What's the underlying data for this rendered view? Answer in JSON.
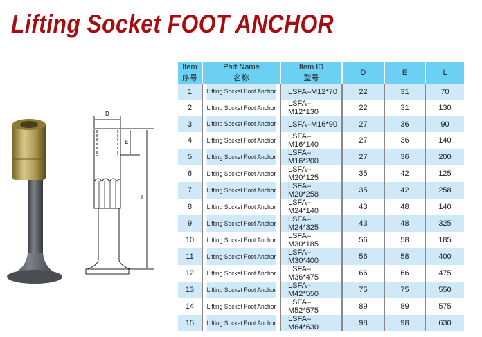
{
  "title": "Lifting Socket FOOT ANCHOR",
  "drawing_labels": {
    "d": "D",
    "e": "E",
    "l": "L"
  },
  "table": {
    "headers": {
      "item_en": "Item",
      "item_cn": "序号",
      "part_en": "Part Name",
      "part_cn": "名称",
      "id_en": "Item ID",
      "id_cn": "型号",
      "d": "D",
      "e": "E",
      "l": "L"
    },
    "rows": [
      {
        "item": "1",
        "part": "Lifting Socket Foot Anchor",
        "id": "LSFA–M12*70",
        "d": "22",
        "e": "31",
        "l": "70"
      },
      {
        "item": "2",
        "part": "Lifting Socket Foot Anchor",
        "id": "LSFA–M12*130",
        "d": "22",
        "e": "31",
        "l": "130"
      },
      {
        "item": "3",
        "part": "Lifting Socket Foot Anchor",
        "id": "LSFA–M16*90",
        "d": "27",
        "e": "36",
        "l": "90"
      },
      {
        "item": "4",
        "part": "Lifting Socket Foot Anchor",
        "id": "LSFA–M16*140",
        "d": "27",
        "e": "36",
        "l": "140"
      },
      {
        "item": "5",
        "part": "Lifting Socket Foot Anchor",
        "id": "LSFA–M16*200",
        "d": "27",
        "e": "36",
        "l": "200"
      },
      {
        "item": "6",
        "part": "Lifting Socket Foot Anchor",
        "id": "LSFA–M20*125",
        "d": "35",
        "e": "42",
        "l": "125"
      },
      {
        "item": "7",
        "part": "Lifting Socket Foot Anchor",
        "id": "LSFA–M20*258",
        "d": "35",
        "e": "42",
        "l": "258"
      },
      {
        "item": "8",
        "part": "Lifting Socket Foot Anchor",
        "id": "LSFA–M24*140",
        "d": "43",
        "e": "48",
        "l": "140"
      },
      {
        "item": "9",
        "part": "Lifting Socket Foot Anchor",
        "id": "LSFA–M24*325",
        "d": "43",
        "e": "48",
        "l": "325"
      },
      {
        "item": "10",
        "part": "Lifting Socket Foot Anchor",
        "id": "LSFA–M30*185",
        "d": "56",
        "e": "58",
        "l": "185"
      },
      {
        "item": "11",
        "part": "Lifting Socket Foot Anchor",
        "id": "LSFA–M30*400",
        "d": "56",
        "e": "58",
        "l": "400"
      },
      {
        "item": "12",
        "part": "Lifting Socket Foot Anchor",
        "id": "LSFA–M36*475",
        "d": "66",
        "e": "66",
        "l": "475"
      },
      {
        "item": "13",
        "part": "Lifting Socket Foot Anchor",
        "id": "LSFA–M42*550",
        "d": "75",
        "e": "75",
        "l": "550"
      },
      {
        "item": "14",
        "part": "Lifting Socket Foot Anchor",
        "id": "LSFA–M52*575",
        "d": "89",
        "e": "89",
        "l": "575"
      },
      {
        "item": "15",
        "part": "Lifting Socket Foot Anchor",
        "id": "LSFA–M64*630",
        "d": "98",
        "e": "98",
        "l": "630"
      }
    ]
  }
}
